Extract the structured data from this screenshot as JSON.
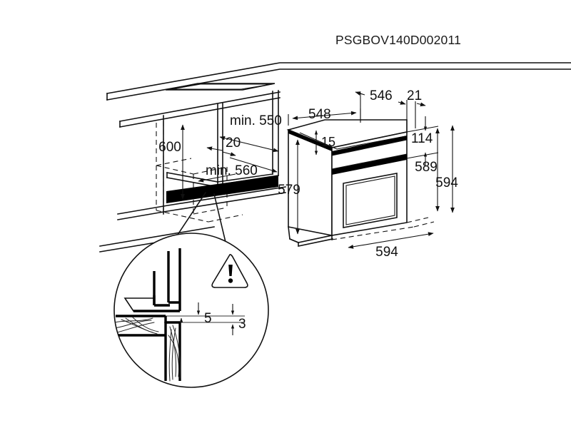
{
  "document": {
    "reference_code": "PSGBOV140D002011",
    "type": "installation-dimension-drawing",
    "subject": "built-in oven installation diagram",
    "units": "mm",
    "background_color": "#ffffff",
    "line_color": "#111111"
  },
  "cabinet_dimensions": {
    "niche_height": "600",
    "niche_depth_min": "min. 550",
    "front_gap": "20",
    "niche_width_min": "min. 560"
  },
  "oven_dimensions": {
    "top_depth": "548",
    "top_offset": "15",
    "upper_width": "546",
    "trim_offset": "21",
    "body_height": "579",
    "panel_height": "114",
    "door_height": "589",
    "total_height": "594",
    "total_width": "594"
  },
  "detail_callout": {
    "gap_upper": "5",
    "gap_lower": "3",
    "warning_icon": "warning-triangle-icon",
    "warning_glyph": "!"
  },
  "labels": {
    "hob": "hob-cutout",
    "worktop": "worktop",
    "detail_circle": "detail-view-circle",
    "oven_door_window": "oven-door-glass"
  }
}
